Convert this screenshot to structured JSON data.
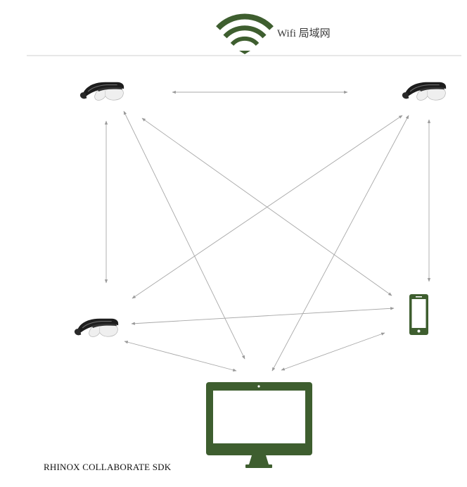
{
  "network": {
    "label": "Wifi 局域网",
    "icon": "wifi-icon"
  },
  "brand": {
    "title": "RHINOX COLLABORATE SDK"
  },
  "devices": [
    {
      "id": "headset-top-left",
      "icon": "ar-glasses-icon"
    },
    {
      "id": "headset-top-right",
      "icon": "ar-glasses-icon"
    },
    {
      "id": "headset-bottom-left",
      "icon": "ar-glasses-icon"
    },
    {
      "id": "smartphone",
      "icon": "smartphone-icon"
    },
    {
      "id": "desktop-computer",
      "icon": "monitor-icon"
    }
  ],
  "connections": [
    [
      "headset-top-left",
      "headset-top-right"
    ],
    [
      "headset-top-left",
      "headset-bottom-left"
    ],
    [
      "headset-top-left",
      "smartphone"
    ],
    [
      "headset-top-left",
      "desktop-computer"
    ],
    [
      "headset-top-right",
      "smartphone"
    ],
    [
      "headset-top-right",
      "headset-bottom-left"
    ],
    [
      "headset-top-right",
      "desktop-computer"
    ],
    [
      "headset-bottom-left",
      "smartphone"
    ],
    [
      "headset-bottom-left",
      "desktop-computer"
    ],
    [
      "smartphone",
      "desktop-computer"
    ]
  ],
  "colors": {
    "accent": "#3e5e2f",
    "connector": "#a8a8a8",
    "divider": "#cfcfcf",
    "headset_dark": "#1d1d1d",
    "headset_light": "#efefef"
  }
}
